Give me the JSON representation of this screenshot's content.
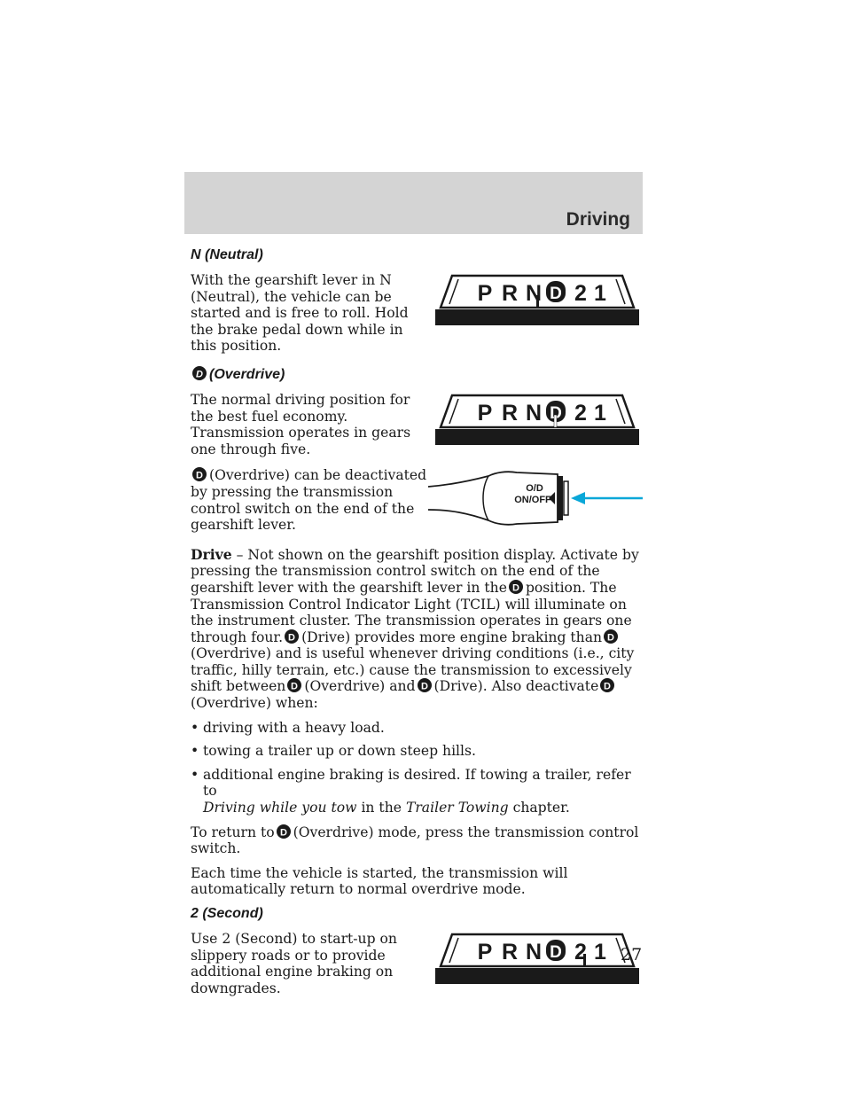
{
  "header": {
    "section_title": "Driving"
  },
  "neutral": {
    "heading": "N (Neutral)",
    "body": "With the gearshift lever in N (Neutral), the vehicle can be started and is free to roll. Hold the brake pedal down while in this position."
  },
  "overdrive": {
    "heading": "(Overdrive)",
    "body": "The normal driving position for the best fuel economy. Transmission operates in gears one through five.",
    "deactivate_text": "(Overdrive) can be deactivated by pressing the transmission control switch on the end of the gearshift lever."
  },
  "switch": {
    "label_line1": "O/D",
    "label_line2": "ON/OFF"
  },
  "gear_display": {
    "p": "P",
    "r": "R",
    "n": "N",
    "d": "D",
    "two": "2",
    "one": "1"
  },
  "drive": {
    "lead": "Drive",
    "t1": " – Not shown on the gearshift position display. Activate by pressing the transmission control switch on the end of the gearshift lever with the gearshift lever in the",
    "t2": "position. The Transmission Control Indicator Light (TCIL) will illuminate on the instrument cluster. The transmission operates in gears one through four.",
    "t3": "(Drive) provides more engine braking than",
    "t4": "(Overdrive) and is useful whenever driving conditions (i.e., city traffic, hilly terrain, etc.) cause the transmission to excessively shift between",
    "t5": "(Overdrive) and",
    "t6": "(Drive). Also deactivate",
    "t7": "(Overdrive) when:",
    "bullets": [
      "driving with a heavy load.",
      "towing a trailer up or down steep hills.",
      "additional engine braking is desired. If towing a trailer, refer to"
    ],
    "bullet_mark": "•",
    "ref_italic1": "Driving while you tow",
    "ref_mid": " in the ",
    "ref_italic2": "Trailer Towing",
    "ref_end": " chapter."
  },
  "return": {
    "t1": "To return to",
    "t2": "(Overdrive) mode, press the transmission control switch."
  },
  "restart": {
    "body": "Each time the vehicle is started, the transmission will automatically return to normal overdrive mode."
  },
  "second": {
    "heading": "2 (Second)",
    "body": "Use 2 (Second) to start-up on slippery roads or to provide additional engine braking on downgrades."
  },
  "page": {
    "number": "27"
  }
}
